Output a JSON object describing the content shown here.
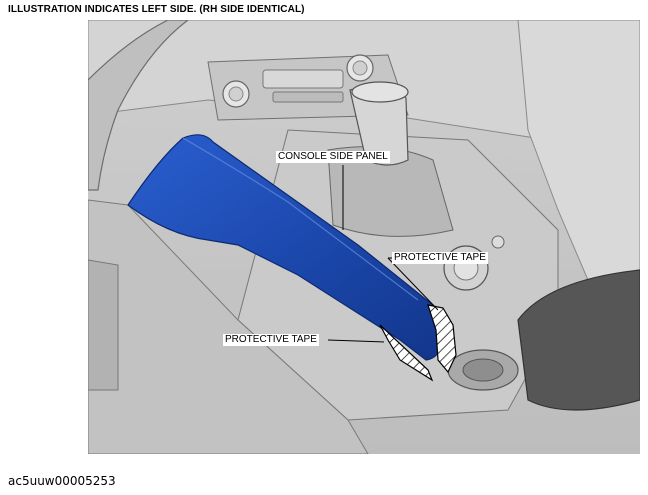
{
  "header": {
    "title": "ILLUSTRATION INDICATES LEFT SIDE. (RH SIDE IDENTICAL)"
  },
  "callouts": {
    "console_side_panel": "CONSOLE SIDE PANEL",
    "protective_tape_upper": "PROTECTIVE TAPE",
    "protective_tape_lower": "PROTECTIVE TAPE"
  },
  "footer": {
    "image_id": "ac5uuw00005253"
  },
  "colors": {
    "panel_highlight": "#1f4fb8",
    "interior": "#d9d9d9",
    "shadow": "#9a9a9a"
  }
}
